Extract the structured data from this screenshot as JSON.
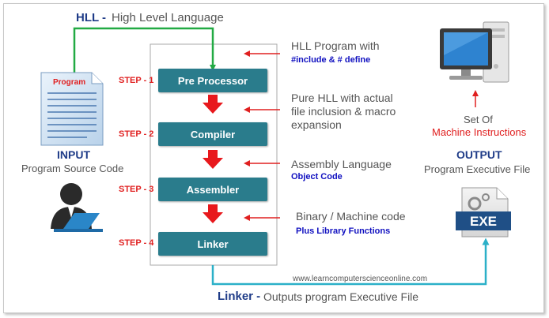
{
  "hll": {
    "label": "HLL -",
    "description": "High Level Language"
  },
  "steps": [
    {
      "step": "STEP - 1",
      "box": "Pre Processor"
    },
    {
      "step": "STEP - 2",
      "box": "Compiler"
    },
    {
      "step": "STEP - 3",
      "box": "Assembler"
    },
    {
      "step": "STEP - 4",
      "box": "Linker"
    }
  ],
  "notes": [
    {
      "text": "HLL Program with",
      "sub": "#include  &  # define"
    },
    {
      "text": "Pure  HLL with actual file inclusion  &  macro expansion",
      "sub": ""
    },
    {
      "text": "Assembly  Language",
      "sub": "Object Code"
    },
    {
      "text": "Binary  /  Machine  code",
      "sub": "Plus  Library  Functions"
    }
  ],
  "input": {
    "doc_label": "Program",
    "title": "INPUT",
    "subtitle": "Program Source Code"
  },
  "output": {
    "set_of": "Set Of",
    "machine": "Machine Instructions",
    "title": "OUTPUT",
    "subtitle": "Program Executive File",
    "exe": "EXE"
  },
  "footer": {
    "linker": "Linker -",
    "desc": "Outputs program  Executive File",
    "url": "www.learncomputerscienceonline.com"
  },
  "colors": {
    "box": "#2a7c8c",
    "step": "#e02020",
    "arrow_green": "#22aa44",
    "arrow_cyan": "#2bb0c8",
    "blue": "#1f3c88"
  }
}
